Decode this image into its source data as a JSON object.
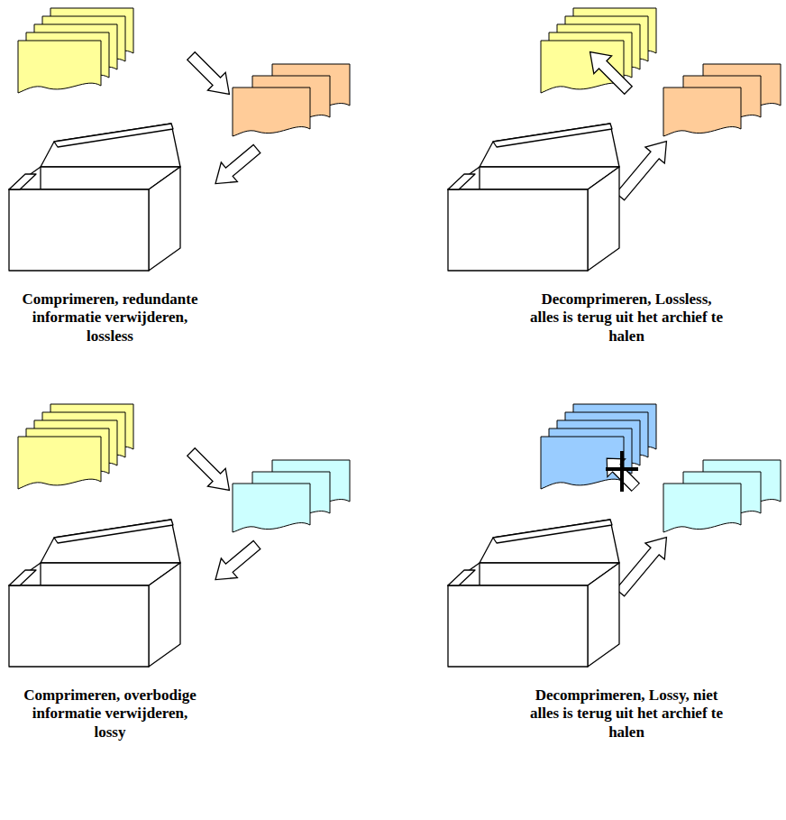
{
  "diagram": {
    "labels": [
      "Comprimeren, redundante informatie verwijderen, lossless",
      "Decomprimeren, Lossless, alles is terug uit het archief te halen",
      "Comprimeren, overbodige informatie verwijderen, lossy",
      "Decomprimeren, Lossy, niet alles is terug uit het archief te halen"
    ]
  }
}
